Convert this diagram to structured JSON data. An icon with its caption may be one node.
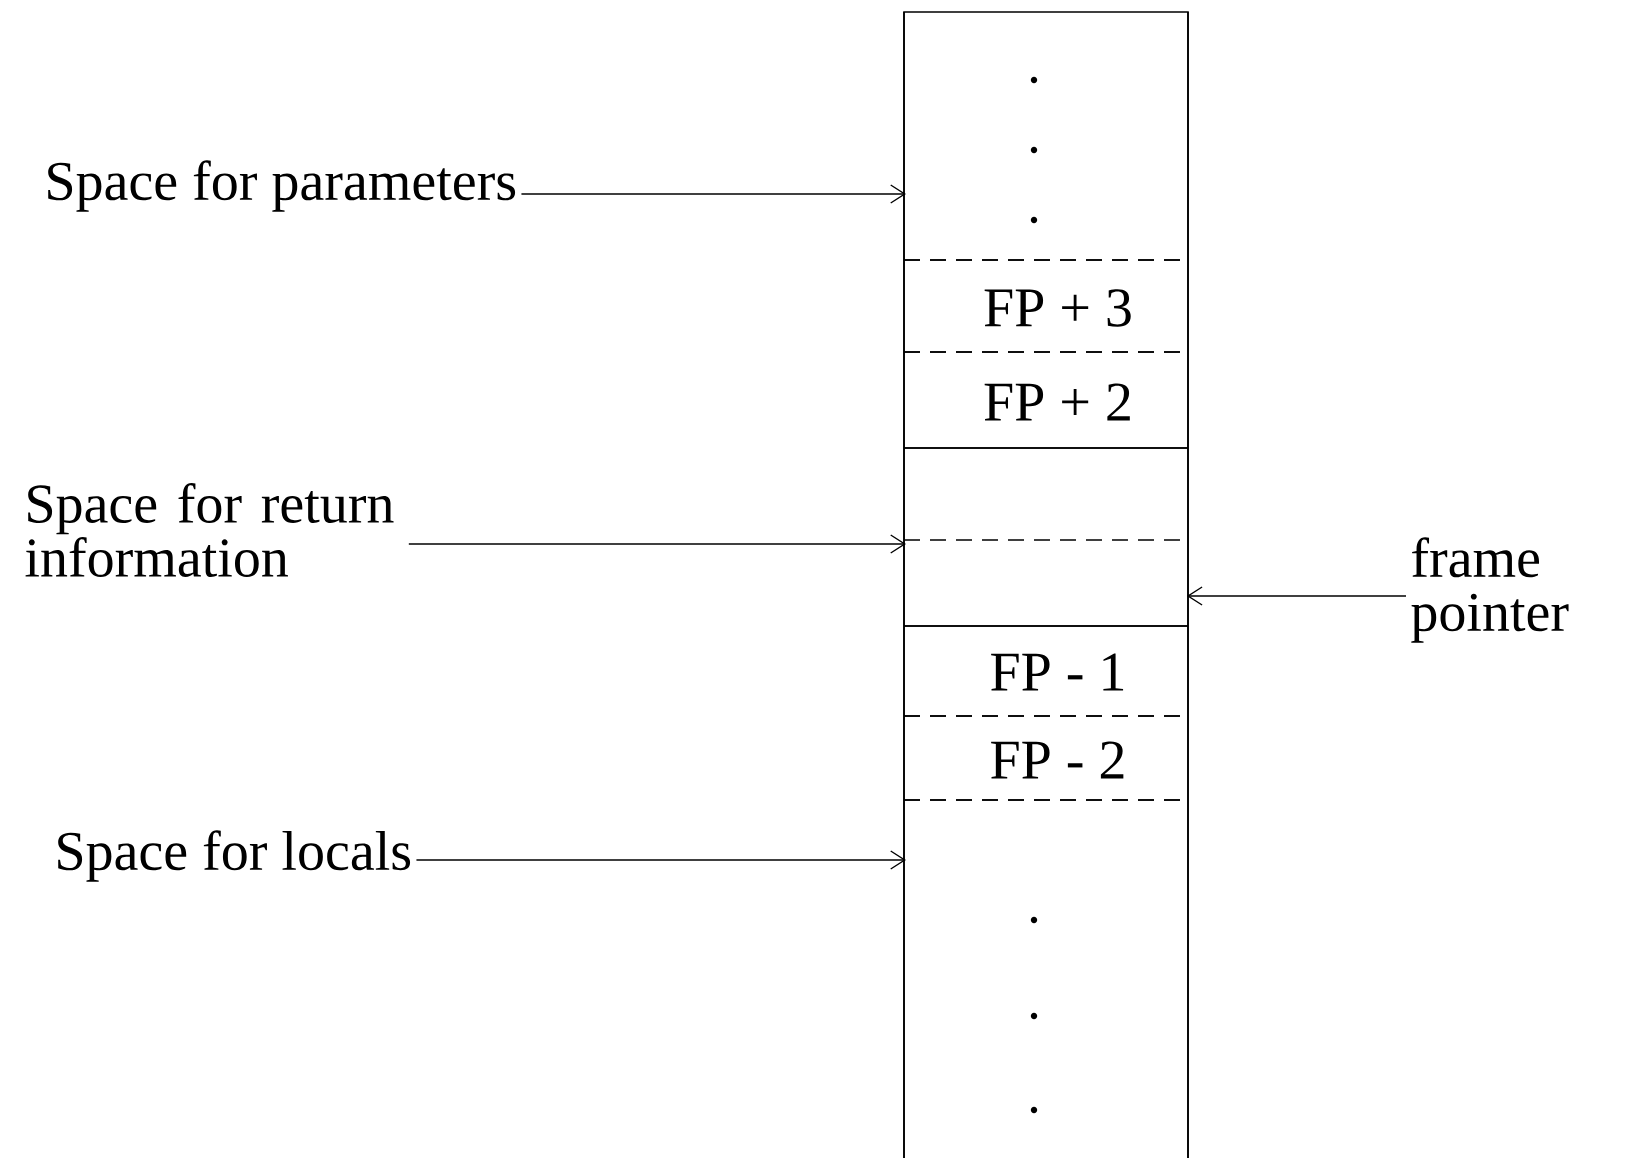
{
  "diagram": {
    "nodes": [
      {
        "text": [
          "Space for parameters"
        ]
      },
      {
        "text": [
          "Space for return information"
        ]
      },
      {
        "text": [
          "Space for locals"
        ]
      },
      {
        "text": [
          "frame pointer"
        ]
      },
      {
        "text": [],
        "shape": "box"
      },
      {
        "text": [],
        "shape": "box",
        "in": 4
      },
      {
        "text": [
          "FP + 3"
        ],
        "in": 4
      },
      {
        "text": [
          "FP + 2"
        ],
        "in": 4
      },
      {
        "text": [],
        "shape": "box",
        "in": 4
      },
      {
        "text": [
          "FP - 1"
        ],
        "in": 4
      },
      {
        "text": [
          "FP - 2"
        ],
        "in": 4
      },
      {
        "text": [],
        "shape": "box",
        "in": 4
      }
    ],
    "edges": [
      {
        "from": 0,
        "to": 5,
        "arrow": "to"
      },
      {
        "from": 1,
        "to": 8,
        "arrow": "to"
      },
      {
        "from": 3,
        "to": 8,
        "arrow": "to"
      },
      {
        "from": 2,
        "to": 11,
        "arrow": "to"
      }
    ]
  }
}
